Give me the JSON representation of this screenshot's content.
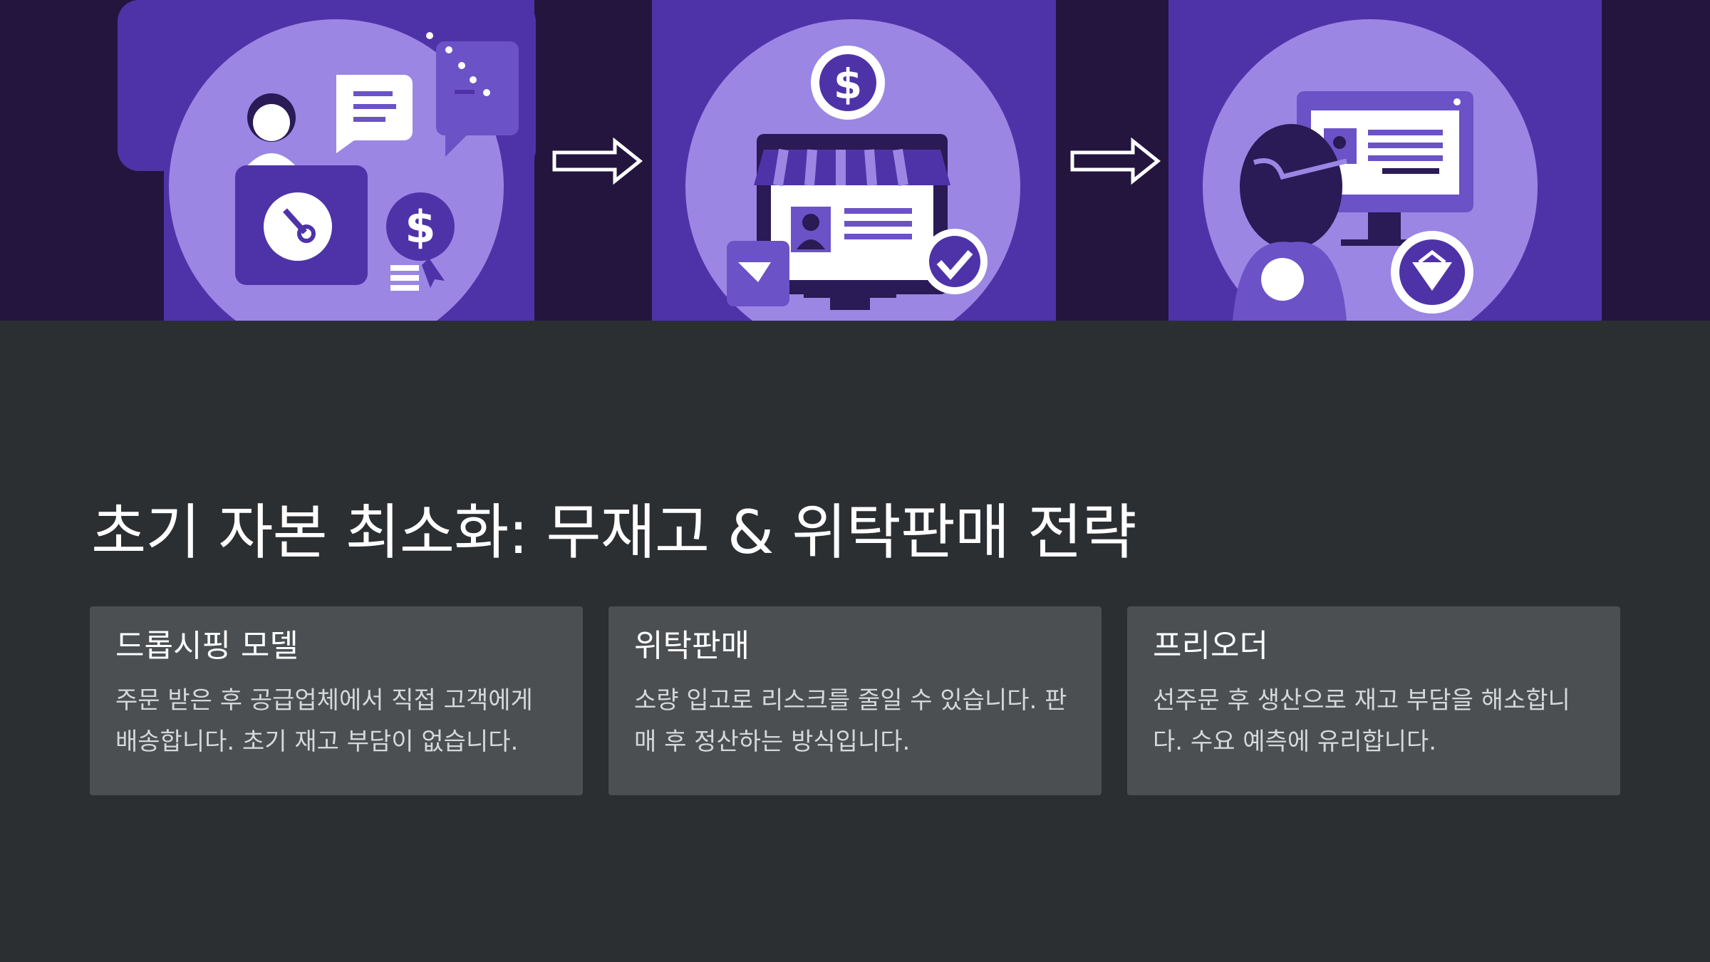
{
  "hero": {
    "illustrations": [
      "support-agent-icon",
      "online-store-icon",
      "customer-browsing-icon"
    ],
    "arrows": [
      "right-arrow-icon",
      "right-arrow-icon"
    ]
  },
  "title": "초기 자본 최소화: 무재고 & 위탁판매 전략",
  "cards": [
    {
      "title": "드롭시핑 모델",
      "body": "주문 받은 후 공급업체에서 직접 고객에게 배송합니다. 초기 재고 부담이 없습니다."
    },
    {
      "title": "위탁판매",
      "body": "소량 입고로 리스크를 줄일 수 있습니다. 판매 후 정산하는 방식입니다."
    },
    {
      "title": "프리오더",
      "body": "선주문 후 생산으로 재고 부담을 해소합니다. 수요 예측에 유리합니다."
    }
  ],
  "colors": {
    "hero_bg": "#24153f",
    "panel": "#4e33a8",
    "circle": "#9b86e4",
    "page_bg": "#2c2f32",
    "card_bg": "#4b4f52"
  }
}
